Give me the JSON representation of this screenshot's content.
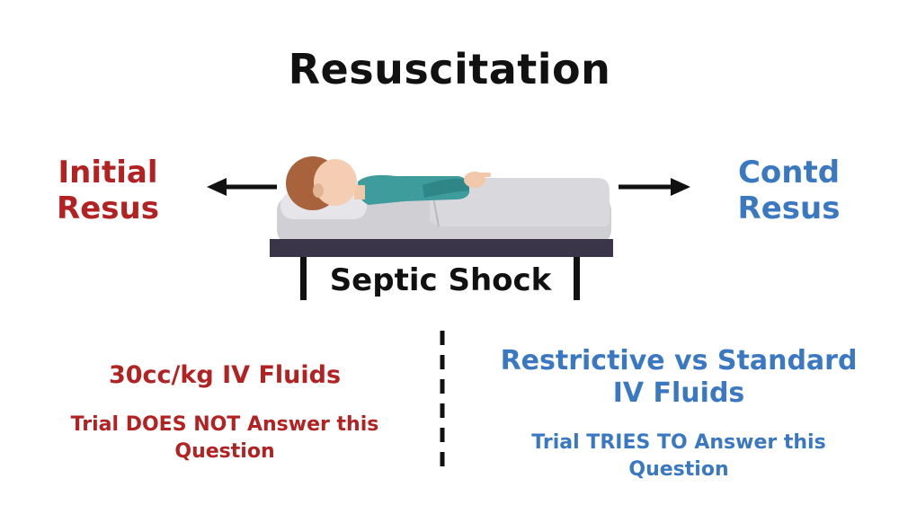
{
  "title": "Resuscitation",
  "left": {
    "heading_line1": "Initial",
    "heading_line2": "Resus",
    "fluids": "30cc/kg IV Fluids",
    "trial": "Trial DOES NOT Answer this Question"
  },
  "right": {
    "heading_line1": "Contd",
    "heading_line2": "Resus",
    "fluids": "Restrictive vs Standard IV Fluids",
    "trial": "Trial TRIES TO Answer this Question"
  },
  "center_label": "Septic Shock",
  "colors": {
    "left_accent": "#b22222",
    "right_accent": "#3a78c2",
    "text_dark": "#111111"
  },
  "icons": [
    "patient-in-bed-icon",
    "left-arrow-icon",
    "right-arrow-icon"
  ]
}
